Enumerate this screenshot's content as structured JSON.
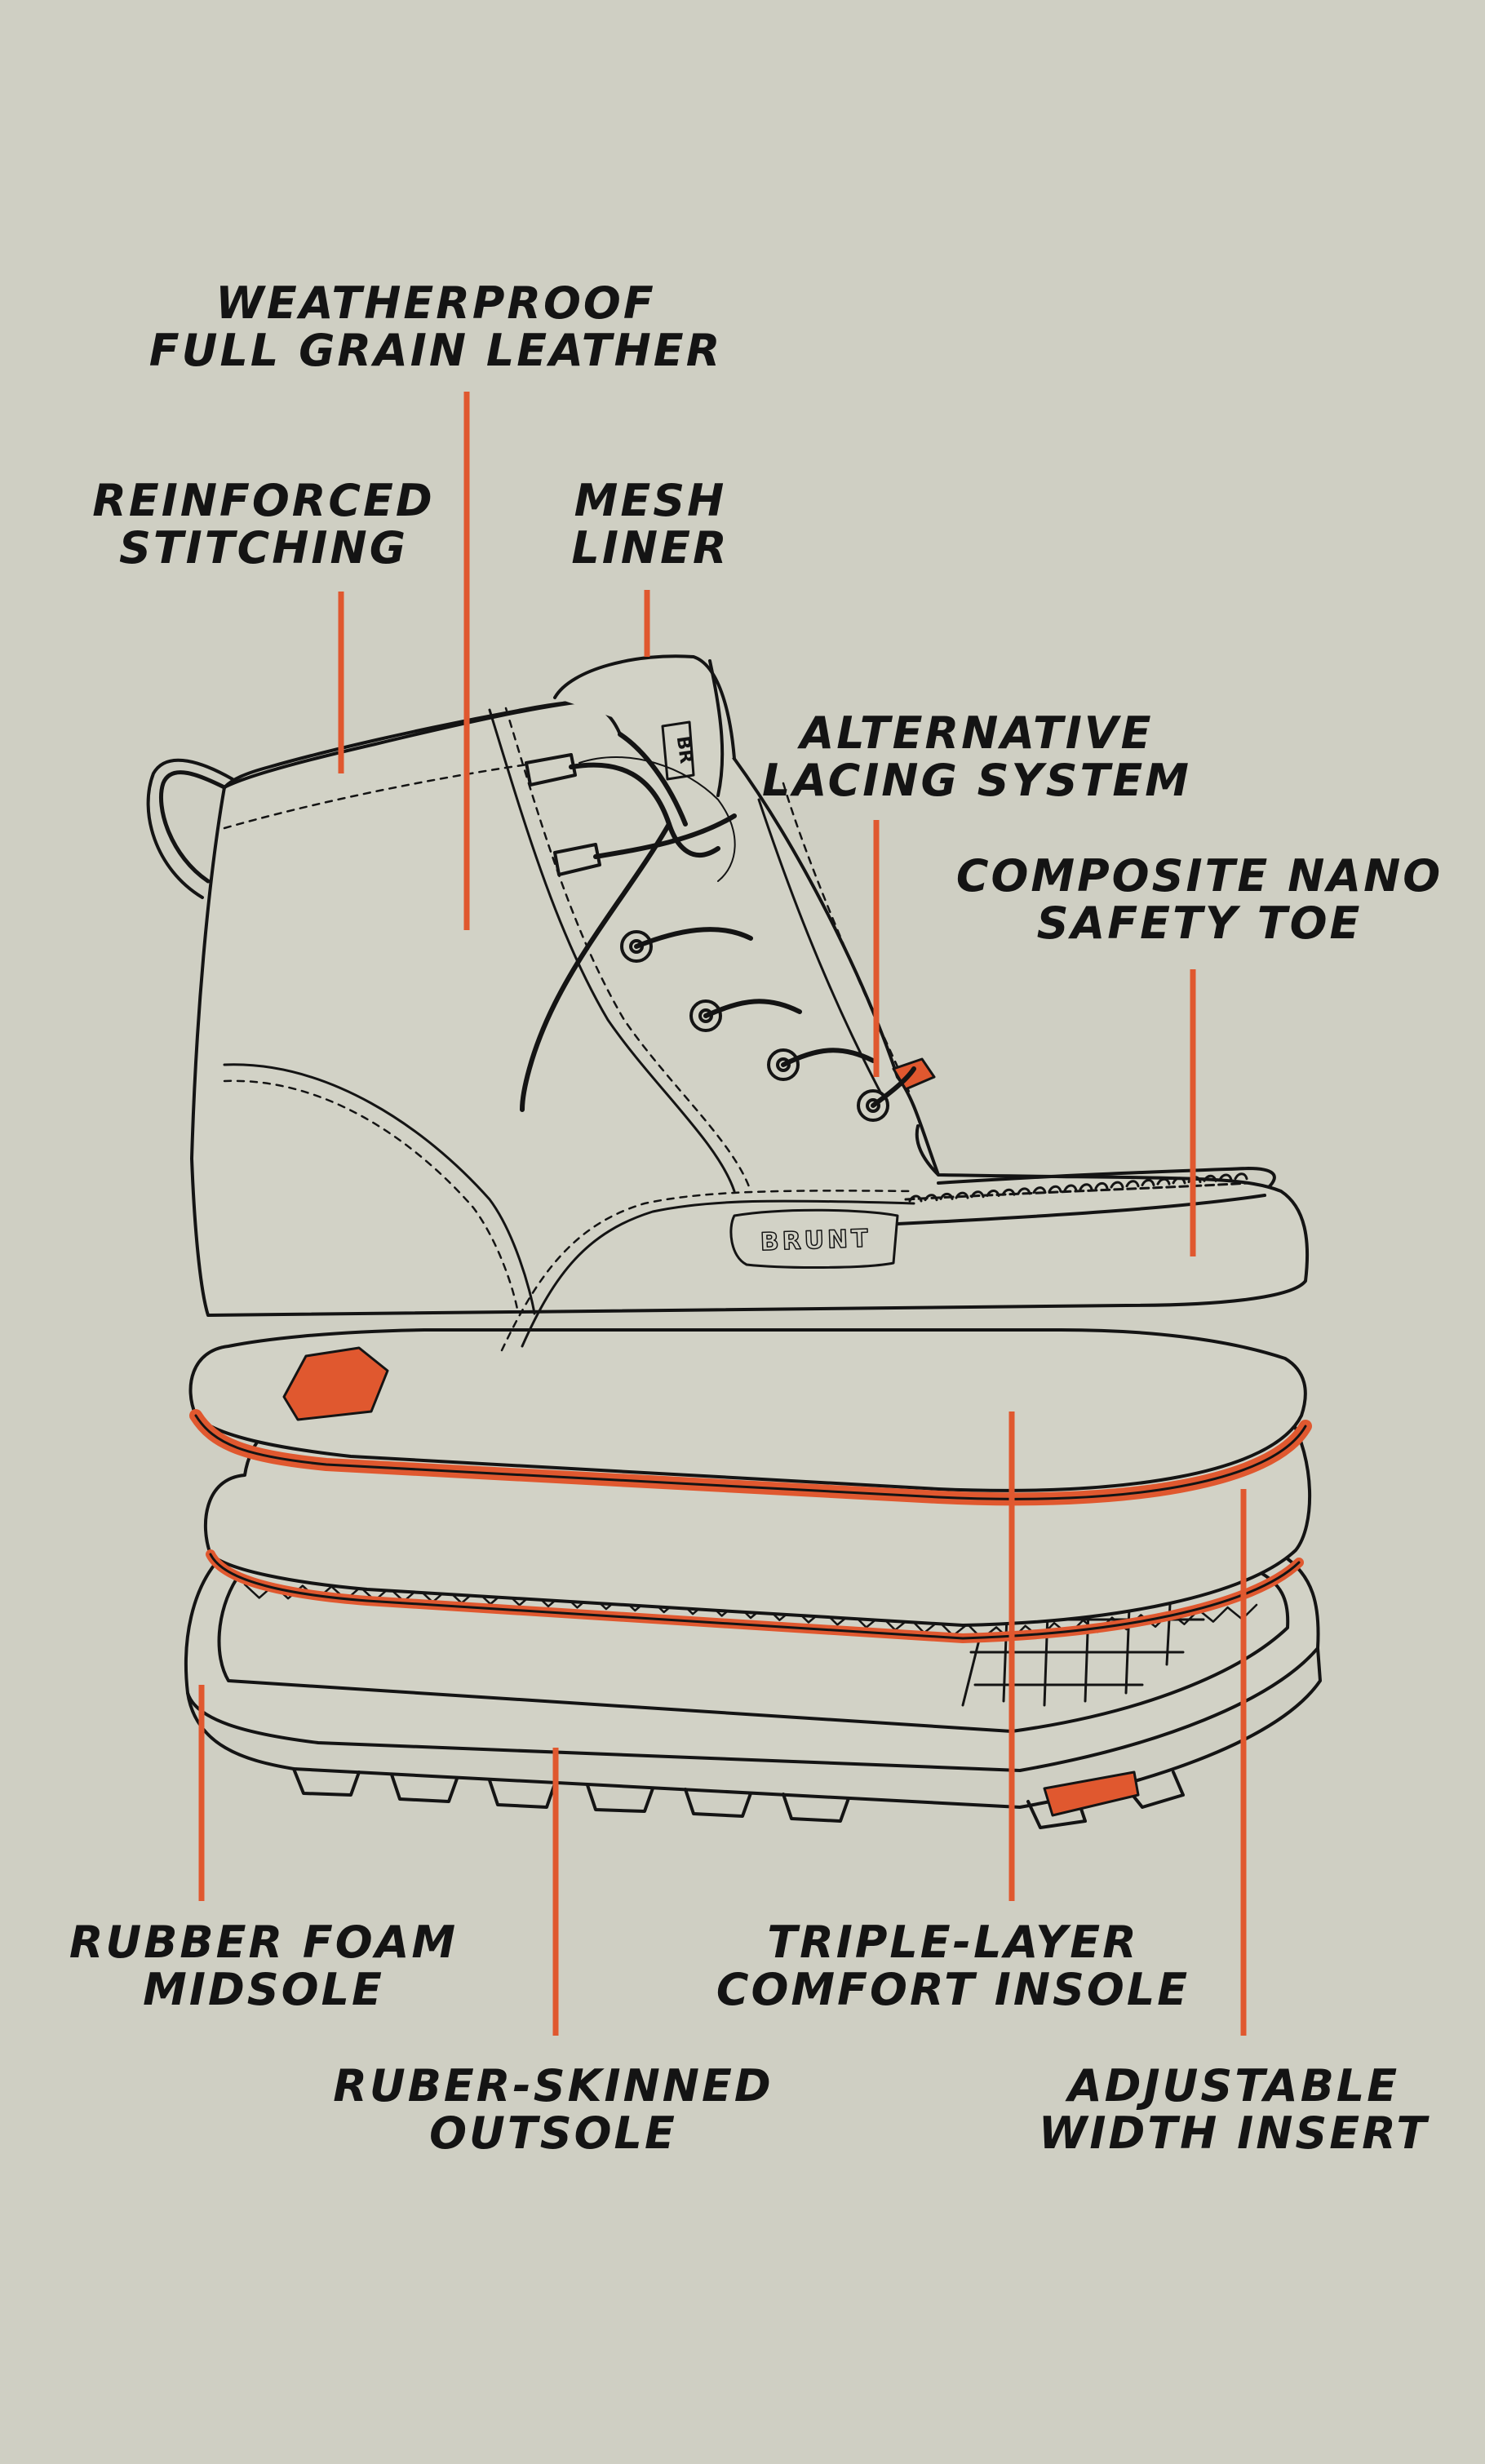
{
  "colors": {
    "background": "#cfcfc3",
    "ink": "#141414",
    "accent": "#e0582f",
    "fill": "#d2d2c6"
  },
  "brand": {
    "tongue_label": "BR",
    "heel_label": "BRUNT"
  },
  "callouts": {
    "leather": {
      "line1": "WEATHERPROOF",
      "line2": "FULL GRAIN LEATHER"
    },
    "stitching": {
      "line1": "REINFORCED",
      "line2": "STITCHING"
    },
    "mesh": {
      "line1": "MESH",
      "line2": "LINER"
    },
    "lacing": {
      "line1": "ALTERNATIVE",
      "line2": "LACING SYSTEM"
    },
    "toe": {
      "line1": "COMPOSITE NANO",
      "line2": "SAFETY TOE"
    },
    "midsole": {
      "line1": "RUBBER FOAM",
      "line2": "MIDSOLE"
    },
    "outsole": {
      "line1": "RUBER-SKINNED",
      "line2": "OUTSOLE"
    },
    "insole": {
      "line1": "TRIPLE-LAYER",
      "line2": "COMFORT INSOLE"
    },
    "width": {
      "line1": "ADJUSTABLE",
      "line2": "WIDTH INSERT"
    }
  }
}
